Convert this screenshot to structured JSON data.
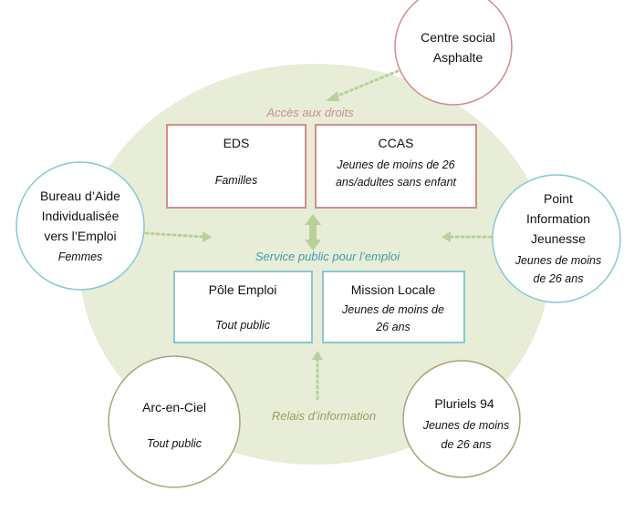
{
  "sections": {
    "acces_droits": "Accès aux droits",
    "service_public": "Service public pour l’emploi",
    "relais": "Relais d’information"
  },
  "boxes": {
    "eds": {
      "title": "EDS",
      "subtitle": "Familles"
    },
    "ccas": {
      "title": "CCAS",
      "subtitle_line1": "Jeunes de moins de 26",
      "subtitle_line2": "ans/adultes sans enfant"
    },
    "pole_emploi": {
      "title": "Pôle Emploi",
      "subtitle": "Tout public"
    },
    "mission_locale": {
      "title": "Mission Locale",
      "subtitle_line1": "Jeunes de moins de",
      "subtitle_line2": "26 ans"
    }
  },
  "circles": {
    "centre_social": {
      "line1": "Centre social",
      "line2": "Asphalte"
    },
    "baie": {
      "line1": "Bureau d’Aide",
      "line2": "Individualisée",
      "line3": "vers l’Emploi",
      "subtitle": "Femmes"
    },
    "pij": {
      "line1": "Point",
      "line2": "Information",
      "line3": "Jeunesse",
      "subtitle_line1": "Jeunes de moins",
      "subtitle_line2": "de 26 ans"
    },
    "arc_en_ciel": {
      "title": "Arc-en-Ciel",
      "subtitle": "Tout public"
    },
    "pluriels": {
      "title": "Pluriels 94",
      "subtitle_line1": "Jeunes de moins",
      "subtitle_line2": "de 26 ans"
    }
  },
  "colors": {
    "background_blob": "#e7edd6",
    "pink": "#d08d90",
    "blue": "#86c7d6",
    "olive": "#ada27c",
    "arrow_green": "#b6d19a",
    "section_pink": "#cc8c93",
    "section_blue": "#3f9db3",
    "section_olive": "#a09a6a"
  }
}
